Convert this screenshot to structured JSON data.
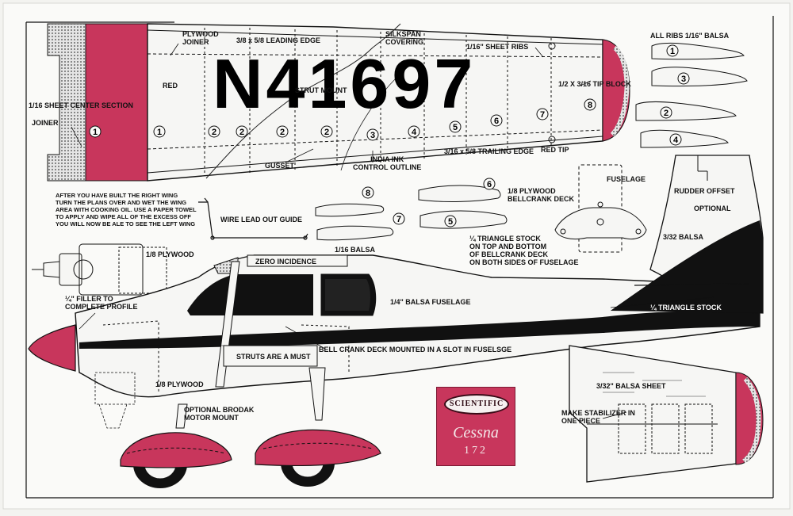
{
  "registration": "N41697",
  "colors": {
    "accent": "#c8365c",
    "ink": "#111111",
    "paper": "#f3f3f0"
  },
  "wing": {
    "plywood_joiner": "PLYWOOD\nJOINER",
    "leading_edge": "3/8 x 5/8 LEADING EDGE",
    "silkspan": "SILKSPAN\nCOVERING",
    "sheet_ribs": "1/16\" SHEET RIBS",
    "red_left": "RED",
    "center_section": "1/16 SHEET CENTER SECTION",
    "joiner": "JOINER",
    "strut_mount": "STRUT MOUNT",
    "tip_block": "1/2 X 3/16 TIP BLOCK",
    "gusset": "GUSSET",
    "india_ink": "INDIA INK\nCONTROL OUTLINE",
    "trailing_edge": "3/16 x 5/8 TRAILING EDGE",
    "red_tip": "RED  TIP",
    "rib_numbers": [
      "1",
      "2",
      "2",
      "2",
      "2",
      "3",
      "4",
      "5",
      "6",
      "7",
      "8"
    ]
  },
  "ribs": {
    "title": "ALL RIBS 1/16\" BALSA",
    "numbers": [
      "1",
      "3",
      "2",
      "4"
    ]
  },
  "parts": {
    "instructions": "AFTER YOU HAVE BUILT THE RIGHT WING\nTURN THE PLANS OVER AND WET THE WING\nAREA WITH COOKING OIL. USE A PAPER TOWEL\nTO APPLY AND WIPE ALL OF THE EXCESS OFF\nYOU WILL NOW BE ALE TO SEE THE LEFT WING",
    "wire_lead": "WIRE LEAD OUT GUIDE",
    "balsa_116": "1/16 BALSA",
    "numbers": [
      "8",
      "7",
      "6",
      "5"
    ],
    "bellcrank_deck": "1/8 PLYWOOD\nBELLCRANK DECK",
    "fuselage": "FUSELAGE",
    "triangle_stock": "¼ TRIANGLE STOCK\nON TOP AND BOTTOM\nOF BELLCRANK DECK\nON BOTH SIDES OF FUSELAGE"
  },
  "fuselage": {
    "plywood_18": "1/8 PLYWOOD",
    "filler": "¼\" FILLER TO\nCOMPLETE PROFILE",
    "zero_incidence": "ZERO  INCIDENCE",
    "balsa_fuselage": "1/4\" BALSA FUSELAGE",
    "triangle": "¼ TRIANGLE STOCK",
    "bellcrank_slot": "BELL CRANK DECK MOUNTED IN A SLOT IN FUSELSGE",
    "struts": "STRUTS ARE A MUST",
    "plywood_18_lower": "1/8 PLYWOOD",
    "motor_mount": "OPTIONAL BRODAK\nMOTOR MOUNT"
  },
  "rudder": {
    "offset": "RUDDER OFFSET",
    "optional": "OPTIONAL",
    "balsa": "3/32 BALSA"
  },
  "stabilizer": {
    "sheet": "3/32\" BALSA SHEET",
    "one_piece": "MAKE STABILIZER IN\nONE PIECE"
  },
  "badge": {
    "brand": "SCIENTIFIC",
    "model": "Cessna",
    "number": "172"
  }
}
